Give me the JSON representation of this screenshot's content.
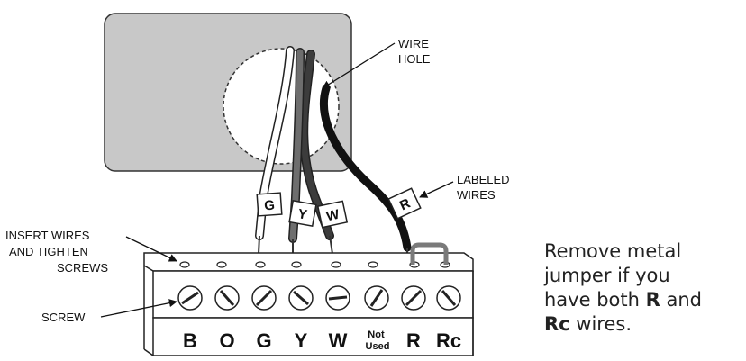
{
  "callouts": {
    "wire_hole": [
      "WIRE",
      "HOLE"
    ],
    "labeled_wires": [
      "LABELED",
      "WIRES"
    ],
    "insert_wires": [
      "INSERT WIRES",
      "AND TIGHTEN",
      "SCREWS"
    ],
    "screw": "SCREW"
  },
  "wire_tags": [
    "G",
    "Y",
    "W",
    "R"
  ],
  "terminals": [
    "B",
    "O",
    "G",
    "Y",
    "W",
    "Not Used",
    "R",
    "Rc"
  ],
  "note": {
    "line1": "Remove metal",
    "line2": "jumper if you",
    "line3_pre": "have both ",
    "line3_bold": "R",
    "line3_post": " and",
    "line4_bold": "Rc",
    "line4_post": " wires."
  },
  "colors": {
    "plate": "#c8c8c8",
    "wire_white": "#ffffff",
    "wire_gray": "#6e6e6e",
    "wire_dark": "#3c3c3c",
    "wire_black": "#111111",
    "jumper": "#7a7a7a"
  }
}
